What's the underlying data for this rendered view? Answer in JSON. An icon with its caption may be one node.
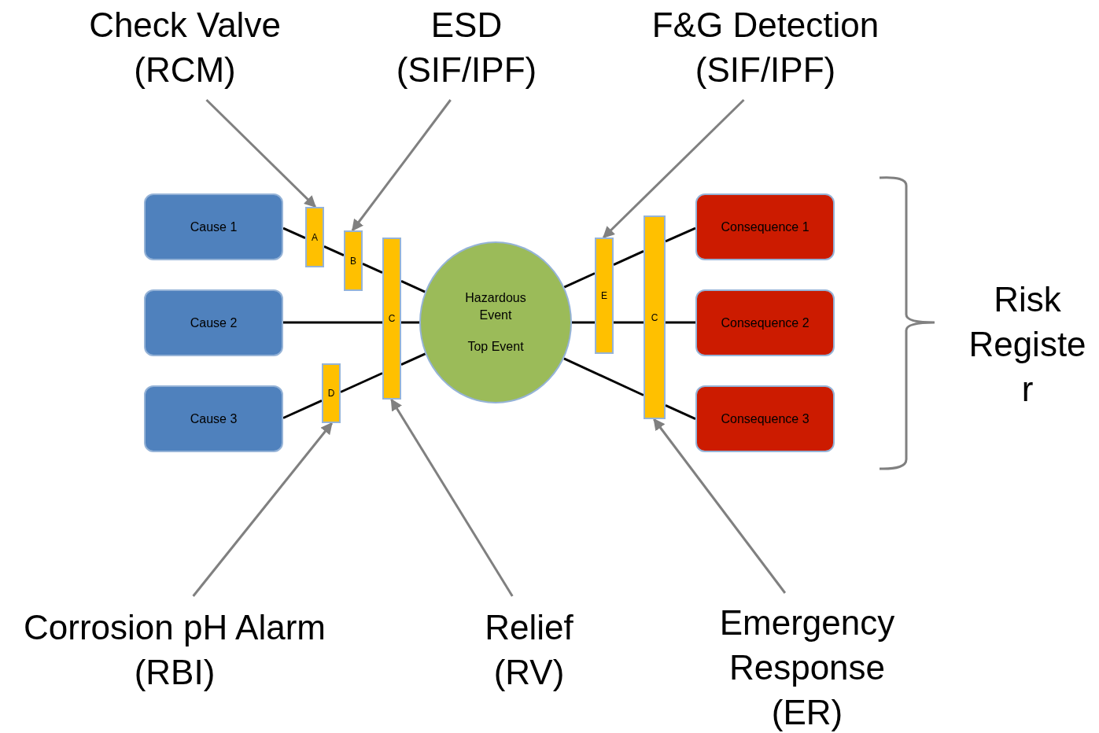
{
  "diagram": {
    "nodes": [
      {
        "text": [
          "Check Valve (RCM)"
        ]
      },
      {
        "text": [
          "ESD (SIF/IPF)"
        ]
      },
      {
        "text": [
          "F&G Detection (SIF/IPF)"
        ]
      },
      {
        "text": [
          "Cause 1"
        ]
      },
      {
        "text": [
          "Cause 2"
        ]
      },
      {
        "text": [
          "Cause 3"
        ]
      },
      {
        "text": [
          "A"
        ]
      },
      {
        "text": [
          "B"
        ]
      },
      {
        "text": [
          "C"
        ]
      },
      {
        "text": [
          "D"
        ]
      },
      {
        "text": [
          "Hazardous Event",
          "Top Event"
        ]
      },
      {
        "text": [
          "E"
        ]
      },
      {
        "text": [
          "C"
        ]
      },
      {
        "text": [
          "Consequence 1"
        ]
      },
      {
        "text": [
          "Consequence 2"
        ]
      },
      {
        "text": [
          "Consequence 3"
        ]
      },
      {
        "text": [
          "Corrosion pH Alarm (RBI)"
        ]
      },
      {
        "text": [
          "Relief (RV)"
        ]
      },
      {
        "text": [
          "Emergency Response (ER)"
        ]
      }
    ],
    "edges": [
      {
        "from": 3,
        "to": 6,
        "arrow": "none"
      },
      {
        "from": 6,
        "to": 7,
        "arrow": "none"
      },
      {
        "from": 7,
        "to": 8,
        "arrow": "none"
      },
      {
        "from": 8,
        "to": 10,
        "arrow": "none"
      },
      {
        "from": 4,
        "to": 8,
        "arrow": "none"
      },
      {
        "from": 8,
        "to": 10,
        "arrow": "none"
      },
      {
        "from": 5,
        "to": 9,
        "arrow": "none"
      },
      {
        "from": 9,
        "to": 8,
        "arrow": "none"
      },
      {
        "from": 8,
        "to": 10,
        "arrow": "none"
      },
      {
        "from": 10,
        "to": 11,
        "arrow": "none"
      },
      {
        "from": 11,
        "to": 12,
        "arrow": "none"
      },
      {
        "from": 12,
        "to": 13,
        "arrow": "none"
      },
      {
        "from": 10,
        "to": 11,
        "arrow": "none"
      },
      {
        "from": 11,
        "to": 12,
        "arrow": "none"
      },
      {
        "from": 12,
        "to": 14,
        "arrow": "none"
      },
      {
        "from": 10,
        "to": 12,
        "arrow": "none"
      },
      {
        "from": 12,
        "to": 15,
        "arrow": "none"
      },
      {
        "from": 0,
        "to": 6,
        "arrow": "to",
        "color": "#808080"
      },
      {
        "from": 1,
        "to": 7,
        "arrow": "to",
        "color": "#808080"
      },
      {
        "from": 2,
        "to": 11,
        "arrow": "to",
        "color": "#808080"
      },
      {
        "from": 16,
        "to": 9,
        "arrow": "to",
        "color": "#808080"
      },
      {
        "from": 17,
        "to": 8,
        "arrow": "to",
        "color": "#808080"
      },
      {
        "from": 18,
        "to": 12,
        "arrow": "to",
        "color": "#808080"
      }
    ],
    "labels": [
      "Risk Register"
    ]
  }
}
